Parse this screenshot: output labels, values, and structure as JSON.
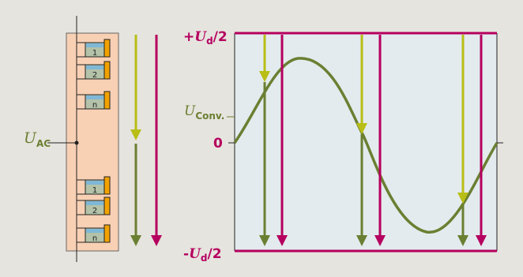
{
  "labels": {
    "u_ac_main": "U",
    "u_ac_sub": "AC",
    "top_rail_prefix": "+",
    "top_rail_u": "U",
    "top_rail_sub": "d",
    "top_rail_suffix": "/2",
    "bottom_rail_prefix": "-",
    "bottom_rail_u": "U",
    "bottom_rail_sub": "d",
    "bottom_rail_suffix": "/2",
    "u_conv_main": "U",
    "u_conv_sub": "Conv.",
    "zero": "0"
  },
  "upper_arm_modules": [
    "1",
    "2",
    "n"
  ],
  "lower_arm_modules": [
    "1",
    "2",
    "n"
  ],
  "colors": {
    "background": "#e6e4de",
    "plot_area": "#e3ebee",
    "converter_box": "#f8d0b4",
    "rail": "#b5005f",
    "waveform": "#6b7f32",
    "yellow_arrow": "#b8be16",
    "module_blue": "#7fb8d6",
    "module_green": "#b3c2a8",
    "module_orange": "#f1a200"
  }
}
